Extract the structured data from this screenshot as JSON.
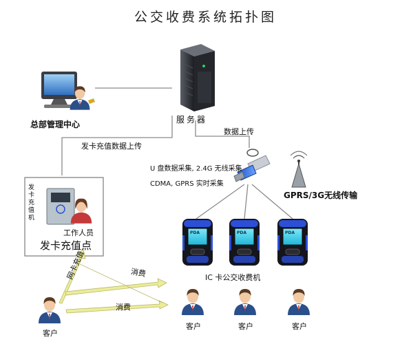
{
  "title": "公交收费系统拓扑图",
  "nodes": {
    "hq": {
      "label": "总部管理中心"
    },
    "server": {
      "label": "服务器"
    },
    "recharge_point": {
      "label": "发卡充值点",
      "device_text": "发卡充值机",
      "staff_label": "工作人员"
    },
    "wireless": {
      "label": "GPRS/3G无线传输"
    },
    "bus_terminals": {
      "label": "IC 卡公交收费机",
      "screen_text": "PDA"
    }
  },
  "edges": {
    "upload_server": "数据上传",
    "recharge_upload": "发卡充值数据上传",
    "usb_line1": "U 盘数据采集, 2.4G 无线采集",
    "usb_line2": "CDMA, GPRS 实时采集",
    "online_recharge": "网卡充值",
    "consume_1": "消费",
    "consume_2": "消费"
  },
  "customers": {
    "label": "客户"
  },
  "colors": {
    "line": "#8a8a8a",
    "arrow": "#ecec9a",
    "arrow_stroke": "#b8b86a",
    "terminal_body": "#15151c",
    "terminal_screen": "#3fd3ee",
    "terminal_accent": "#2b4fd6",
    "server_body": "#3a3d43",
    "person_shirt": "#2a4f8a",
    "person_face": "#f1c9a4",
    "person_hair": "#5a3a22"
  }
}
